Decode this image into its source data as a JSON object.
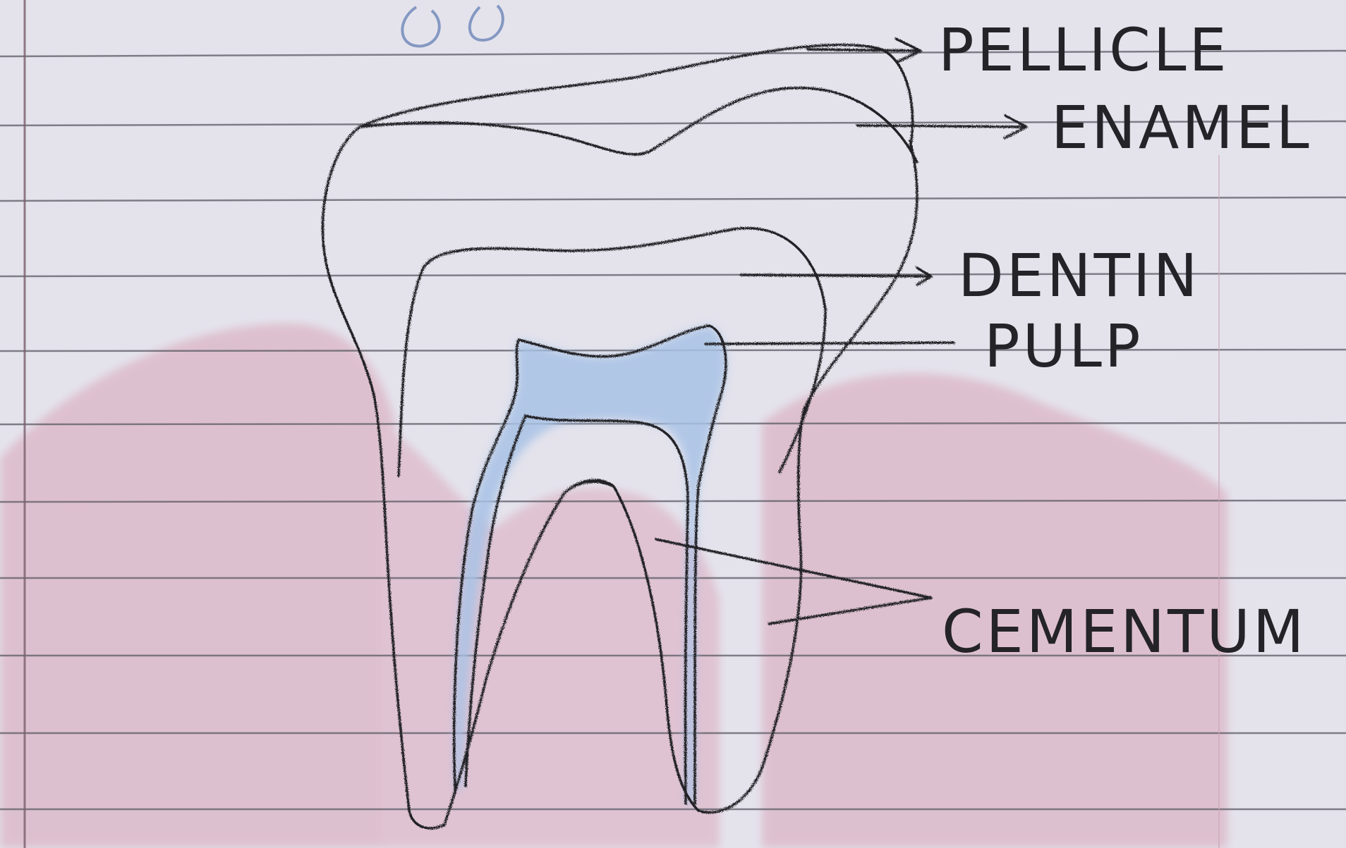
{
  "diagram": {
    "labels": {
      "pellicle": "PELLICLE",
      "enamel": "ENAMEL",
      "dentin": "DENTIN",
      "pulp": "PULP",
      "cementum": "CEMENTUM"
    },
    "colors": {
      "paper": "#e4e3ec",
      "rule_lines": "#5d5c66",
      "margin_line": "#7a5f6c",
      "gum_shading": "#d9a4b8",
      "pulp_fill": "#a9c3e6",
      "ink": "#242328"
    }
  }
}
